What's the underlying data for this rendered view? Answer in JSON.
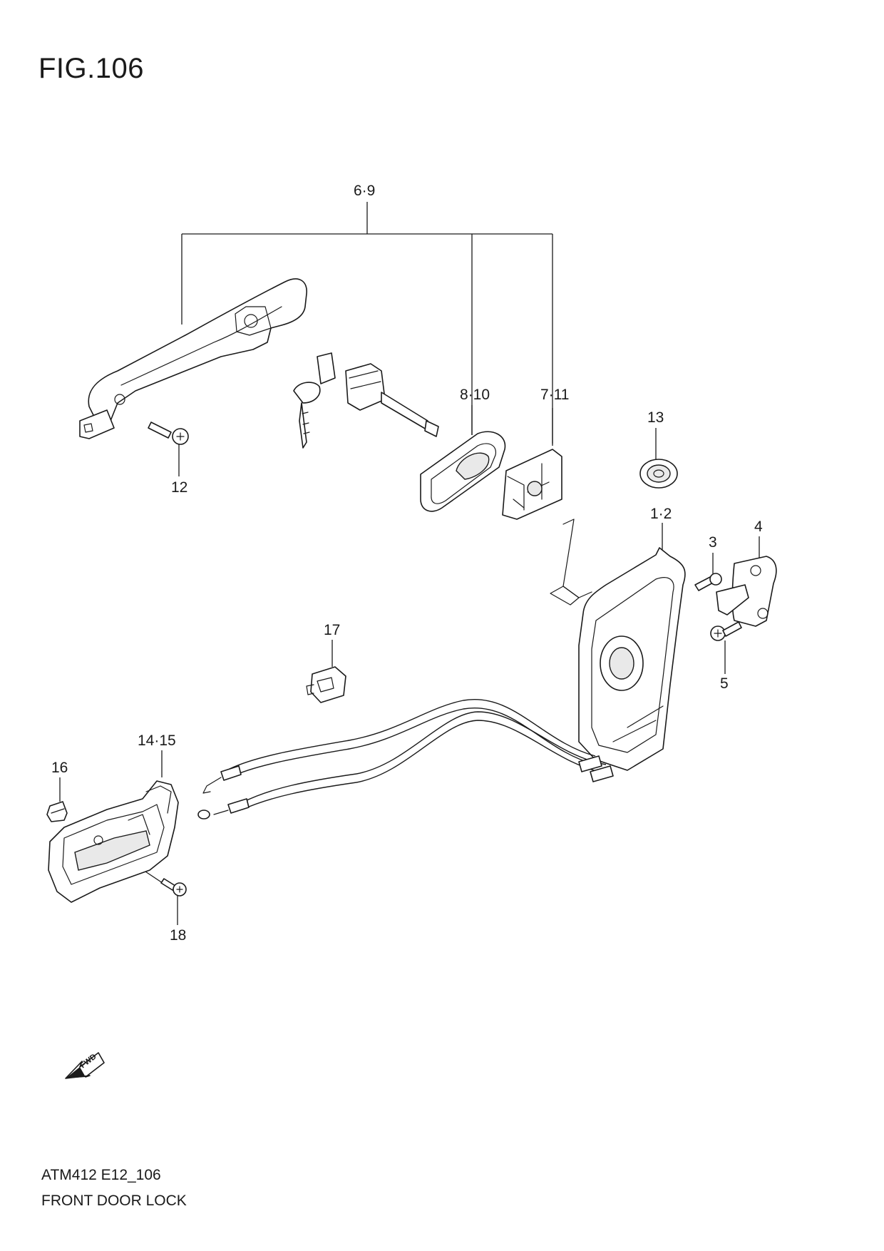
{
  "figure": {
    "title": "FIG.106"
  },
  "callouts": {
    "c6_9": "6·9",
    "c8_10": "8·10",
    "c7_11": "7·11",
    "c12": "12",
    "c13": "13",
    "c1_2": "1·2",
    "c3": "3",
    "c4": "4",
    "c5": "5",
    "c17": "17",
    "c14_15": "14·15",
    "c16": "16",
    "c18": "18"
  },
  "fwd_arrow": {
    "label": "FWD"
  },
  "footer": {
    "code": "ATM412 E12_106",
    "name": "FRONT DOOR LOCK"
  }
}
